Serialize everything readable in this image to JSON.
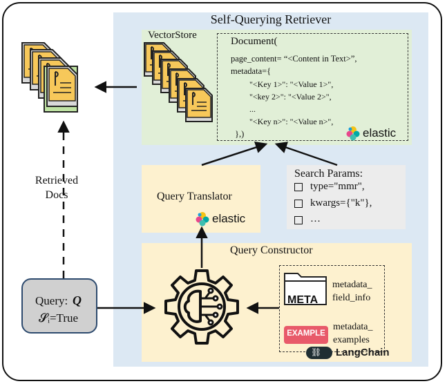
{
  "retriever": {
    "title": "Self-Querying Retriever"
  },
  "vectorstore": {
    "label": "VectorStore"
  },
  "document": {
    "line1": "Document(",
    "line2": "page_content= “<Content in Text>”,",
    "line3": "metadata={",
    "line4": "\"<Key 1>\": \"<Value 1>\",",
    "line5": "\"<key 2>\": \"<Value 2>\",",
    "line6": "...",
    "line7": "\"<Key n>\": \"<Value n>\",",
    "line8": "},)"
  },
  "elastic": {
    "label": "elastic"
  },
  "translator": {
    "label": "Query Translator"
  },
  "search_params": {
    "title": "Search Params:",
    "items": [
      "type=\"mmr\",",
      "kwargs={\"k\"},",
      "…"
    ]
  },
  "constructor": {
    "label": "Query Constructor",
    "meta_badge": "META",
    "meta_label_1": "metadata_",
    "meta_label_2": "field_info",
    "example_badge": "EXAMPLE",
    "example_label_1": "metadata_",
    "example_label_2": "examples"
  },
  "langchain": {
    "label": "LangChain"
  },
  "retrieved": {
    "line1": "Retrieved",
    "line2": "Docs"
  },
  "query": {
    "line1": "Query:",
    "symbol": "Q",
    "line2": "𝓢ᵢ=True"
  },
  "colors": {
    "panel_blue": "#dce8f3",
    "panel_green": "#e1efd7",
    "panel_yellow": "#fdf1cf",
    "panel_gray": "#ececec",
    "doc_yellow": "#f7c85a",
    "doc_gray": "#d9d9d9",
    "doc_green": "#bfe3a3",
    "meta_red": "#e85a6a"
  }
}
